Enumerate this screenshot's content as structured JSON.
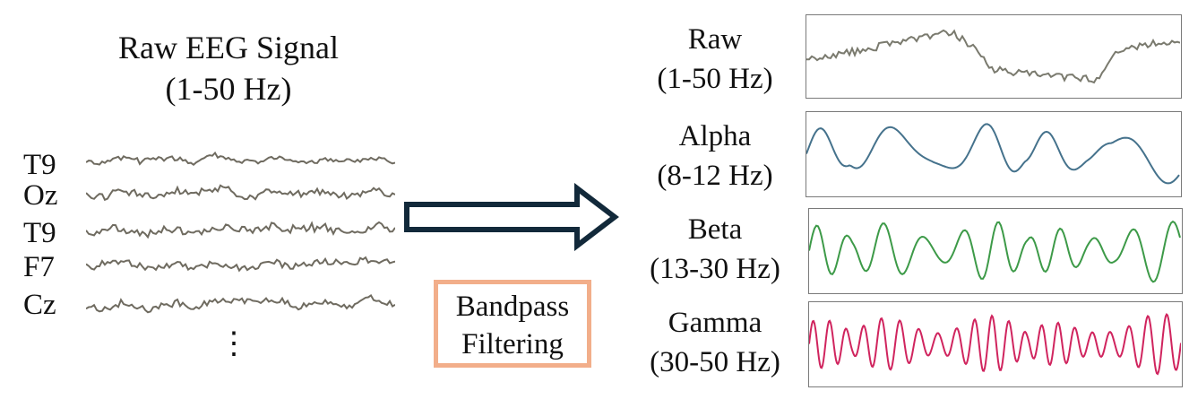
{
  "input_title_line1": "Raw EEG Signal",
  "input_title_line2": "(1-50 Hz)",
  "channels": [
    "T9",
    "Oz",
    "T9",
    "F7",
    "Cz"
  ],
  "ellipsis": "⋮",
  "process_label_line1": "Bandpass",
  "process_label_line2": "Filtering",
  "bands": [
    {
      "name": "Raw",
      "range": "(1-50 Hz)",
      "color": "#7a7a6e"
    },
    {
      "name": "Alpha",
      "range": "(8-12 Hz)",
      "color": "#45728c"
    },
    {
      "name": "Beta",
      "range": "(13-30 Hz)",
      "color": "#3d9a48"
    },
    {
      "name": "Gamma",
      "range": "(30-50 Hz)",
      "color": "#d0245e"
    }
  ],
  "colors": {
    "filter_box_border": "#f2ae8a",
    "arrow_stroke": "#12293a",
    "channel_trace": "#6f6b60"
  }
}
